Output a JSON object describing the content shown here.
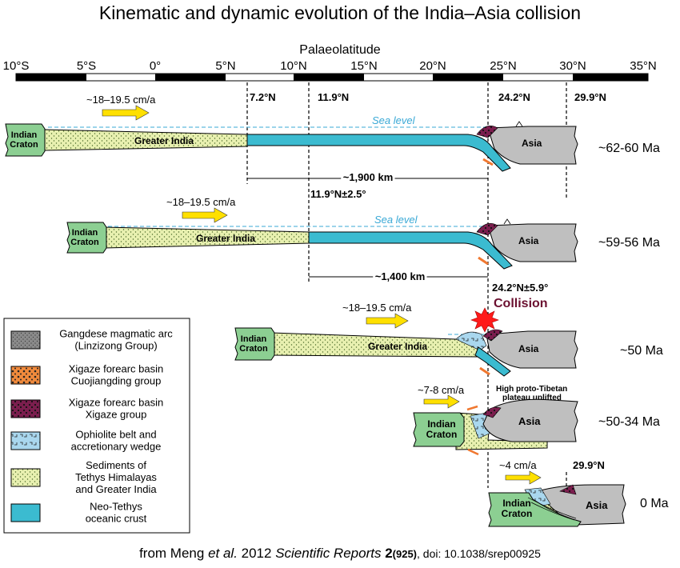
{
  "title": "Kinematic and dynamic evolution of the India–Asia collision",
  "axis": {
    "label": "Palaeolatitude",
    "ticks": [
      "10°S",
      "5°S",
      "0°",
      "5°N",
      "10°N",
      "15°N",
      "20°N",
      "25°N",
      "30°N",
      "35°N"
    ]
  },
  "colors": {
    "sediments": "#e8f0b0",
    "oceanic": "#3bbbd0",
    "craton": "#8ccf92",
    "asia": "#bfbfbf",
    "ophiolite": "#a9d7ee",
    "gangdese": "#8a8a8a",
    "cuojiangding": "#f08a3c",
    "xigaze": "#7b1e4e",
    "arrow": "#ffe000",
    "sea_level": "#3aa9d6",
    "collision_text": "#6b1030",
    "star": "#ff1a1a"
  },
  "panels": [
    {
      "age": "~62-60 Ma",
      "velocity": "~18–19.5 cm/a",
      "lat_left": "7.2°N",
      "lat_mid": "11.9°N",
      "lat_a": "24.2°N",
      "lat_b": "29.9°N",
      "sea_level": "Sea level",
      "distance": "~1,900 km",
      "craton": [
        "Indian",
        "Craton"
      ],
      "greater_india": "Greater India",
      "asia": "Asia"
    },
    {
      "age": "~59-56 Ma",
      "velocity": "~18–19.5 cm/a",
      "lat_top": "11.9°N±2.5°",
      "sea_level": "Sea level",
      "distance": "~1,400 km",
      "craton": [
        "Indian",
        "Craton"
      ],
      "greater_india": "Greater India",
      "asia": "Asia"
    },
    {
      "age": "~50 Ma",
      "velocity": "~18–19.5 cm/a",
      "lat_top": "24.2°N±5.9°",
      "collision": "Collision",
      "craton": [
        "Indian",
        "Craton"
      ],
      "greater_india": "Greater India",
      "asia": "Asia"
    },
    {
      "age": "~50-34 Ma",
      "velocity": "~7-8 cm/a",
      "plateau_note": [
        "High proto-Tibetan",
        "plateau uplifted"
      ],
      "craton": [
        "Indian",
        "Craton"
      ],
      "asia": "Asia"
    },
    {
      "age": "0 Ma",
      "velocity": "~4 cm/a",
      "lat_top": "29.9°N",
      "craton": [
        "Indian",
        "Craton"
      ],
      "asia": "Asia"
    }
  ],
  "legend": [
    {
      "lines": [
        "Gangdese magmatic arc",
        "(Linzizong Group)"
      ],
      "swatch": "gangdese"
    },
    {
      "lines": [
        "Xigaze forearc basin",
        "Cuojiangding group"
      ],
      "swatch": "cuojiangding"
    },
    {
      "lines": [
        "Xigaze forearc basin",
        "Xigaze group"
      ],
      "swatch": "xigaze"
    },
    {
      "lines": [
        "Ophiolite belt and",
        "accretionary wedge"
      ],
      "swatch": "ophiolite"
    },
    {
      "lines": [
        "Sediments of",
        "Tethys Himalayas",
        "and Greater India"
      ],
      "swatch": "sediments"
    },
    {
      "lines": [
        "Neo-Tethys",
        "oceanic crust"
      ],
      "swatch": "oceanic"
    }
  ],
  "citation": {
    "prefix": "from Meng ",
    "etal": "et al.",
    "year": " 2012 ",
    "journal": "Scientific Reports",
    "volume": " 2",
    "issue": "(925)",
    "doi": ", doi: 10.1038/srep00925"
  }
}
